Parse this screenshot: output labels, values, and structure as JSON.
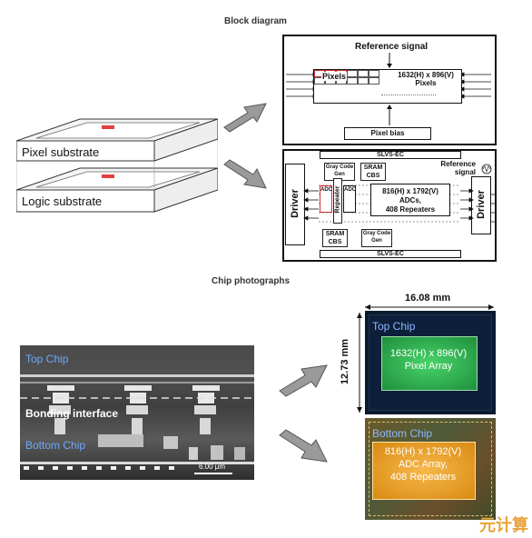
{
  "titles": {
    "block_diagram": "Block diagram",
    "chip_photographs": "Chip photographs"
  },
  "substrates": {
    "pixel": "Pixel substrate",
    "logic": "Logic substrate"
  },
  "top_diagram": {
    "reference_signal": "Reference signal",
    "pixels_label": "Pixels",
    "resolution": "1632(H) x 896(V)",
    "resolution_sub": "Pixels",
    "pixel_bias": "Pixel bias"
  },
  "bottom_diagram": {
    "slvs_top": "SLVS-EC",
    "slvs_bottom": "SLVS-EC",
    "driver_left": "Driver",
    "driver_right": "Driver",
    "gray_code_top": "Gray Code Gen",
    "sram_top": "SRAM CBS",
    "reference_signal_1": "Reference",
    "reference_signal_2": "signal",
    "repeater": "Repeater",
    "adc": "ADC",
    "adc_main_1": "816(H) x 1792(V)",
    "adc_main_2": "ADCs,",
    "adc_main_3": "408 Repeaters",
    "sram_bottom": "SRAM CBS",
    "gray_code_bottom": "Gray Code Gen"
  },
  "cross_section": {
    "top_chip": "Top Chip",
    "bonding_interface": "Bonding interface",
    "bottom_chip": "Bottom Chip",
    "scale": "6.00 μm"
  },
  "die": {
    "width": "16.08 mm",
    "height": "12.73 mm",
    "top_chip": "Top Chip",
    "top_res": "1632(H) x 896(V)",
    "top_array": "Pixel Array",
    "bottom_chip": "Bottom Chip",
    "bottom_res": "816(H) x 1792(V)",
    "bottom_array": "ADC Array,",
    "bottom_rep": "408 Repeaters"
  },
  "watermark": "元计算",
  "colors": {
    "arrow": "#9a9a9a",
    "pixel_array": "#2bb04a",
    "adc_array": "#f2a21e",
    "chip_label": "#6fa8ff"
  }
}
